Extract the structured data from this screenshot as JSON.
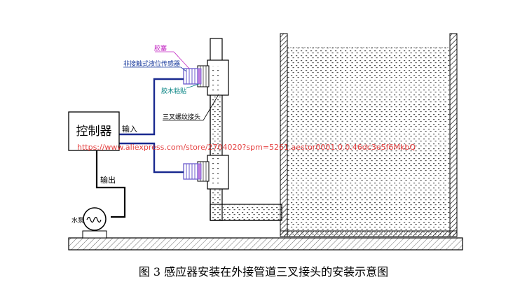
{
  "labels": {
    "gasket": "胶塞",
    "sensor": "非接触式液位传感器",
    "glue": "胶木粘贴",
    "tee": "三叉螺纹接头",
    "controller": "控制器",
    "input": "输入",
    "output": "输出",
    "pump": "水泵"
  },
  "watermark": "https://www.aliexpress.com/store/2704020?spm=5261.aestor0001.0.0.46dc3e5f6MkbQ",
  "caption": "图 3  感应器安装在外接管道三叉接头的安装示意图",
  "colors": {
    "gasket_label": "#c020c0",
    "sensor_label": "#2040a0",
    "glue_label": "#008080",
    "sensor_wire": "#1a2a90",
    "sensor_body": "#6a5acd",
    "watermark": "#e02020",
    "line": "#000000"
  }
}
